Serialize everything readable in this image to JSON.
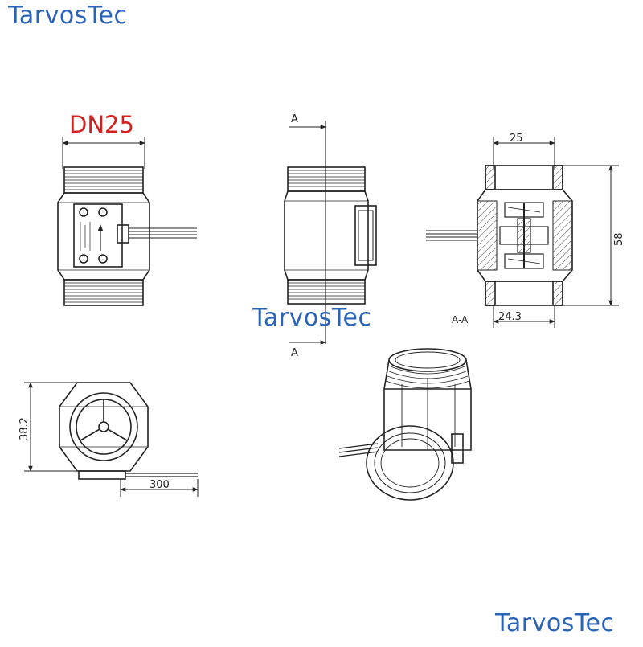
{
  "watermark": {
    "text": "TarvosTec",
    "color": "#2a64b8"
  },
  "model": {
    "label": "DN25",
    "color": "#d41f1f"
  },
  "section_marker": "A",
  "section_label": "A-A",
  "dimensions": {
    "body_width": "25",
    "overall_length": "58",
    "wire_length": "300",
    "outer_diameter": "38.2",
    "thread_length": "24.3"
  }
}
